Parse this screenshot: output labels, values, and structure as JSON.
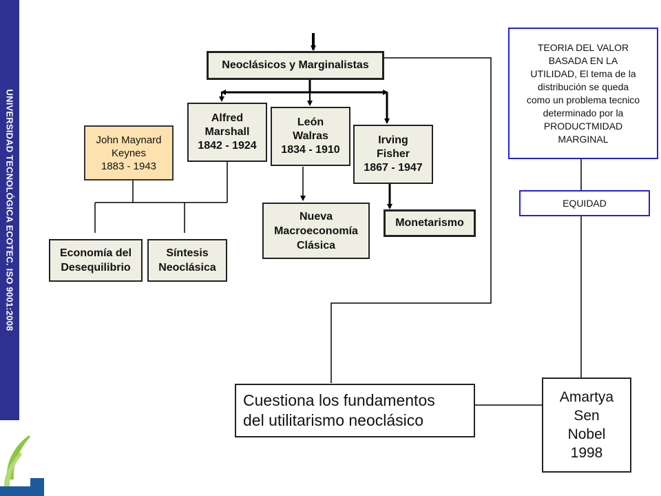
{
  "sidebar": {
    "text": "UNIVERSIDAD TECNOLÓGICA ECOTEC. ISO 9001:2008"
  },
  "colors": {
    "sidebar": "#2e3191",
    "box_fill": "#eeeee3",
    "keynes_fill": "#fde2b0",
    "value_border": "#2222dd",
    "logo_green": "#8dc63f",
    "logo_blue": "#1e5a9e"
  },
  "diagram": {
    "root": "Neoclásicos y Marginalistas",
    "marshall": "Alfred\nMarshall\n1842 - 1924",
    "walras": "León\nWalras\n1834 - 1910",
    "fisher": "Irving\nFisher\n1867 - 1947",
    "keynes": "John Maynard\nKeynes\n1883 - 1943",
    "desequilibrio": "Economía del\nDesequilibrio",
    "sintesis": "Síntesis\nNeoclásica",
    "nueva_macro": "Nueva\nMacroeconomía\nClásica",
    "monetarismo": "Monetarismo",
    "teoria_valor": "TEORIA DEL VALOR\nBASADA EN LA\nUTILIDAD, El tema de la\ndistribución se queda\ncomo un problema tecnico\ndeterminado por la\nPRODUCTMIDAD\nMARGINAL",
    "equidad": "EQUIDAD",
    "cuestiona": "Cuestiona los fundamentos\ndel utilitarismo neoclásico",
    "sen": "Amartya\nSen\nNobel\n1998"
  }
}
